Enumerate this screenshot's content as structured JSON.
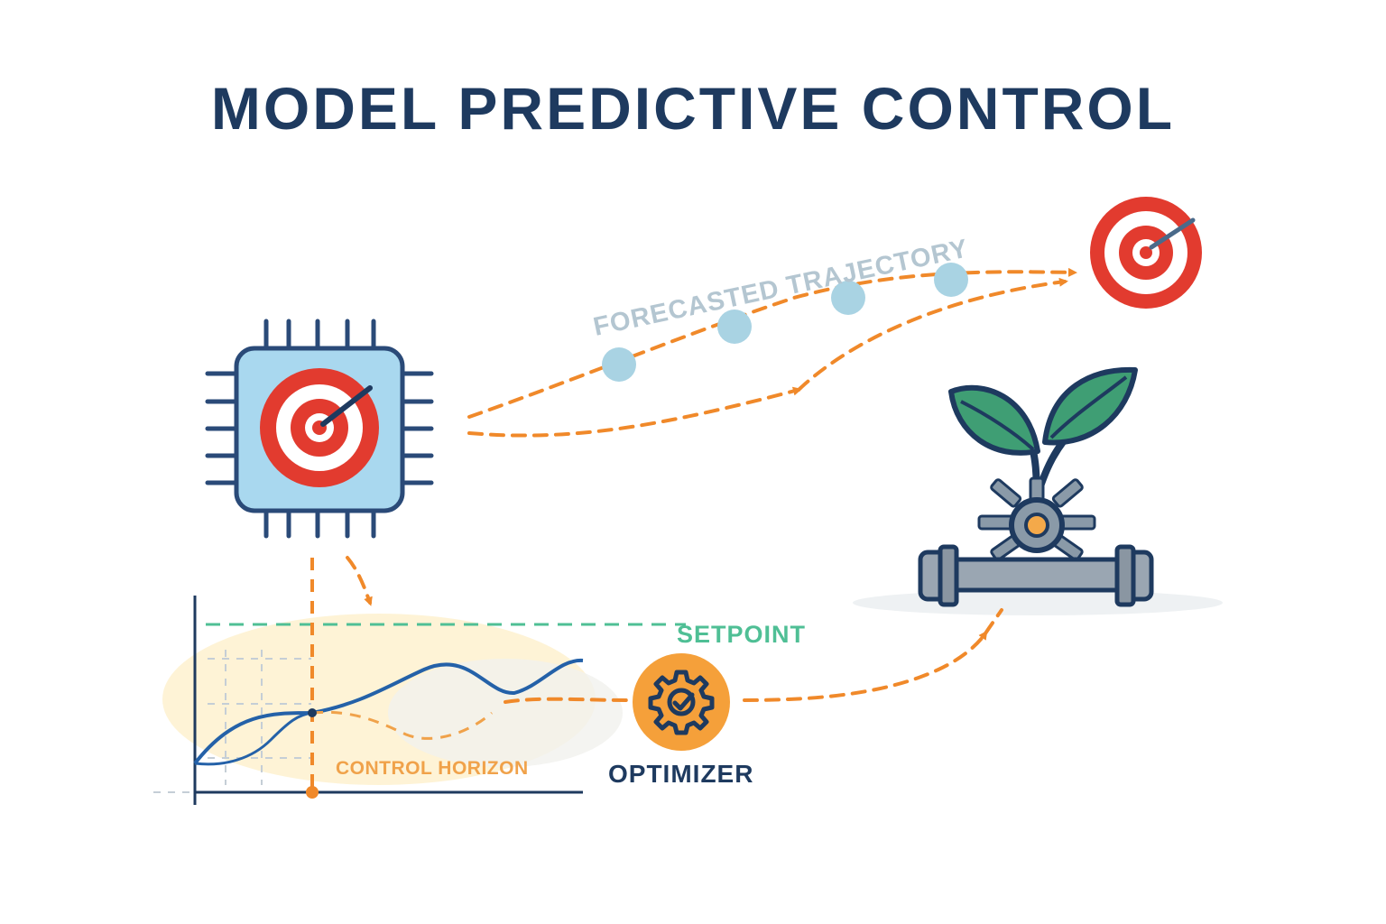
{
  "title": "MODEL PREDICTIVE CONTROL",
  "labels": {
    "forecast": "FORECASTED TRAJECTORY",
    "setpoint": "SETPOINT",
    "control_horizon": "CONTROL HORIZON",
    "optimizer": "OPTIMIZER"
  },
  "icons": {
    "controller": "processor-chip-target-icon",
    "goal": "target-icon",
    "plant": "plant-valve-pipe-icon",
    "optimizer": "gear-check-icon"
  },
  "colors": {
    "title": "#1e3a5f",
    "flow_arrow": "#f0892a",
    "setpoint": "#4fbf95",
    "forecast_points": "#a9d3e3",
    "target_red": "#e23b2f",
    "chip_fill": "#a9d8ef",
    "leaf": "#3f9e74"
  }
}
